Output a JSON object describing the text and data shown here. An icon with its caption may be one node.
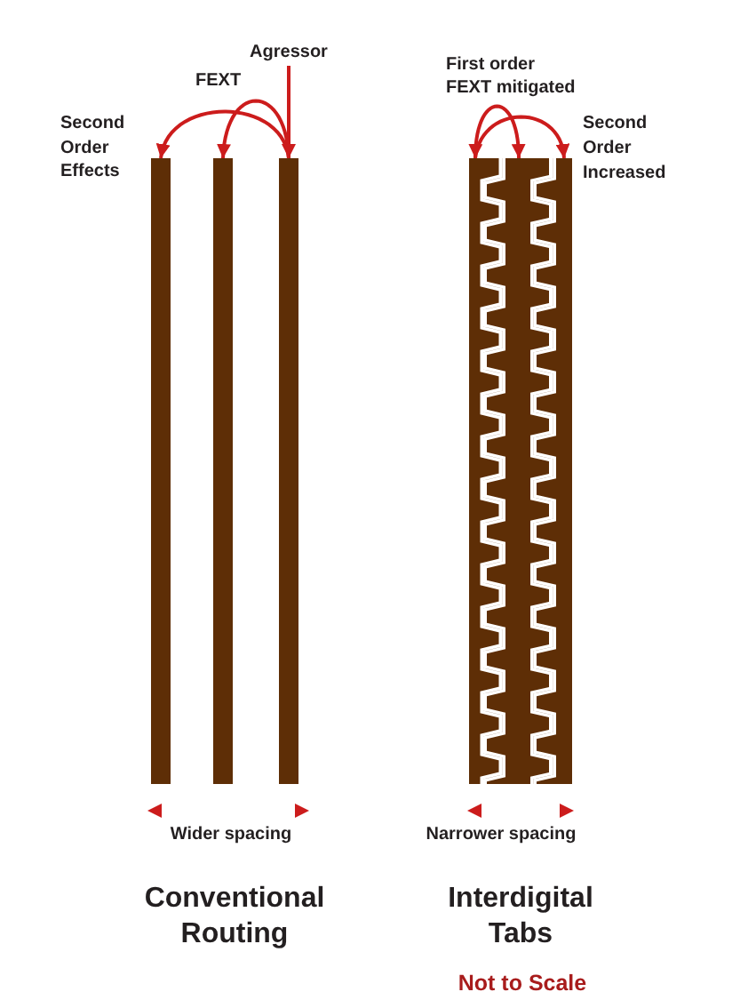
{
  "diagram": {
    "nodes": [
      {
        "text": [
          "Agressor"
        ]
      },
      {
        "text": [],
        "shape": "bar"
      },
      {
        "text": [],
        "shape": "bar"
      },
      {
        "text": [],
        "shape": "bar"
      },
      {
        "text": [],
        "shape": "bar"
      },
      {
        "text": [],
        "shape": "bar"
      },
      {
        "text": [],
        "shape": "bar"
      }
    ],
    "edges": [
      {
        "from": 0,
        "to": 3,
        "arrow": "to"
      },
      {
        "from": 3,
        "to": 2,
        "arrow": "to"
      },
      {
        "from": 3,
        "to": 1,
        "arrow": "to"
      },
      {
        "from": 4,
        "to": 5,
        "arrow": "both"
      },
      {
        "from": 4,
        "to": 6,
        "arrow": "to"
      }
    ],
    "labels": [
      "FEXT",
      "Second Order Effects",
      "First order FEXT mitigated",
      "Second Order Increased",
      "Wider spacing",
      "Narrower spacing",
      "Conventional Routing",
      "Interdigital Tabs",
      "Not to Scale"
    ]
  }
}
